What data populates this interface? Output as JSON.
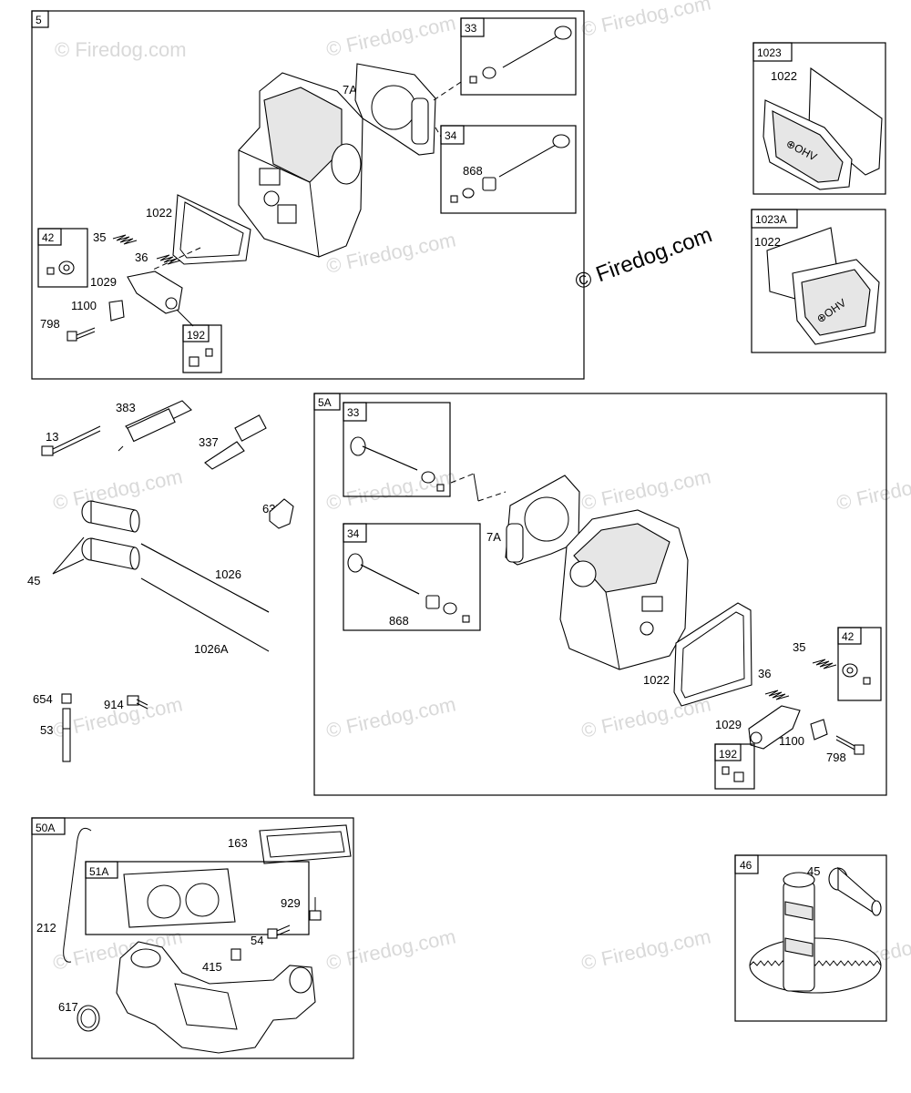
{
  "watermark": "© Firedog.com",
  "groups": {
    "g5": {
      "tag": "5",
      "sub_33": "33",
      "sub_34": "34",
      "sub_42": "42",
      "sub_192": "192",
      "labels": [
        "7A",
        "868",
        "1022",
        "35",
        "36",
        "1029",
        "1100",
        "798"
      ]
    },
    "g1023": {
      "tag": "1023",
      "label": "1022"
    },
    "g1023A": {
      "tag": "1023A",
      "label": "1022"
    },
    "loose": [
      "383",
      "13",
      "337",
      "635",
      "1026",
      "1026A",
      "45",
      "654",
      "914",
      "53"
    ],
    "g5A": {
      "tag": "5A",
      "sub_33": "33",
      "sub_34": "34",
      "sub_42": "42",
      "sub_192": "192",
      "labels": [
        "7A",
        "868",
        "1022",
        "36",
        "35",
        "1029",
        "1100",
        "798"
      ]
    },
    "g50A": {
      "tag": "50A",
      "sub_51A": "51A",
      "labels": [
        "163",
        "929",
        "212",
        "54",
        "415",
        "617"
      ]
    },
    "g46": {
      "tag": "46",
      "label": "45"
    }
  }
}
